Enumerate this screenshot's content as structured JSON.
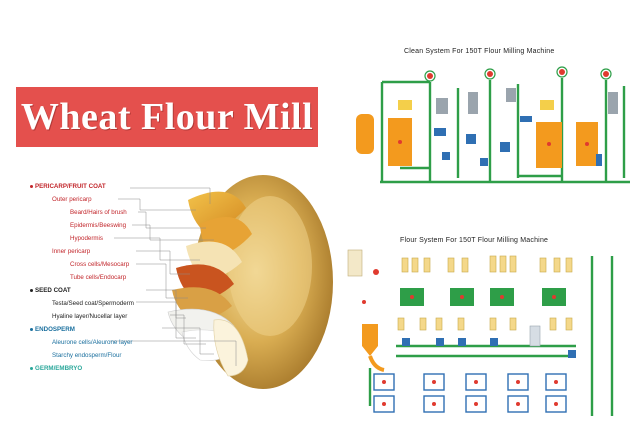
{
  "banner": {
    "title": "Wheat Flour Mill",
    "color": "#e4504d"
  },
  "anatomy": {
    "sections": [
      {
        "label": "PERICARP/FRUIT COAT",
        "color": "#c2262b"
      },
      {
        "label": "SEED COAT",
        "color": "#222222"
      },
      {
        "label": "ENDOSPERM",
        "color": "#1a6f9e"
      },
      {
        "label": "GERM/EMBRYO",
        "color": "#2aa79a"
      }
    ],
    "labels": [
      "Outer pericarp",
      "Beard/Hairs of brush",
      "Epidermis/Beeswing",
      "Hypodermis",
      "Inner pericarp",
      "Cross cells/Mesocarp",
      "Tube cells/Endocarp",
      "Testa/Seed coat/Spermoderm",
      "Hyaline layer/Nucellar layer",
      "Aleurone cells/Aleurone layer",
      "Starchy endosperm/Flour"
    ]
  },
  "clean_system": {
    "title": "Clean System For 150T Flour Milling Machine"
  },
  "flour_system": {
    "title": "Flour System For 150T Flour Milling Machine"
  },
  "colors": {
    "pipe_green": "#2e9e48",
    "tank_orange": "#f39a1e",
    "machine_blue": "#2f6fb3",
    "marker_red": "#e03a2f"
  }
}
